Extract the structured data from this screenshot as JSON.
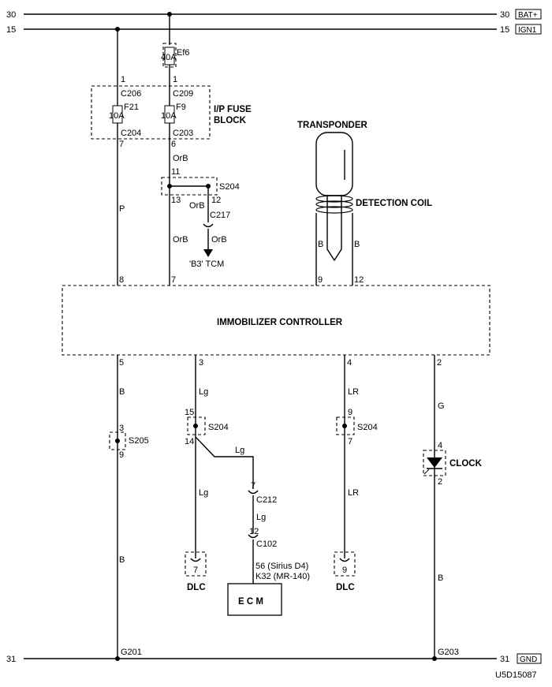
{
  "rails": {
    "bat_left": "30",
    "bat_right": "30",
    "bat_label": "BAT+",
    "ign_left": "15",
    "ign_right": "15",
    "ign_label": "IGN1",
    "gnd_left": "31",
    "gnd_right": "31",
    "gnd_label": "GND"
  },
  "fuses": {
    "ef6": "Ef6",
    "ef6_rating": "40A",
    "f21": "F21",
    "f21_rating": "10A",
    "f9": "F9",
    "f9_rating": "10A",
    "block_line1": "I/P FUSE",
    "block_line2": "BLOCK"
  },
  "connectors": {
    "c206": "C206",
    "c209": "C209",
    "c204": "C204",
    "c203": "C203",
    "c217": "C217",
    "c212": "C212",
    "c102": "C102",
    "s204": "S204",
    "s205": "S205",
    "g201": "G201",
    "g203": "G203"
  },
  "pins": {
    "p1a": "1",
    "p1b": "1",
    "p7a": "7",
    "p6": "6",
    "p11": "11",
    "p13": "13",
    "p12": "12",
    "ic8": "8",
    "ic7": "7",
    "ic9": "9",
    "ic12": "12",
    "ic5": "5",
    "ic3": "3",
    "ic4": "4",
    "ic2": "2",
    "s205a": "3",
    "s205b": "9",
    "s204a": "15",
    "s204b": "14",
    "s204c": "9",
    "s204d": "7",
    "clk4": "4",
    "clk2": "2",
    "c212pin": "7",
    "c102pin": "12",
    "dlc1pin": "7",
    "dlc2pin": "9"
  },
  "wires": {
    "w_p": "P",
    "w_orb1": "OrB",
    "w_orb2": "OrB",
    "w_orb3": "OrB",
    "w_orb4": "OrB",
    "w_b1": "B",
    "w_b2": "B",
    "w_b3": "B",
    "w_b4": "B",
    "w_b5": "B",
    "w_lg1": "Lg",
    "w_lg2": "Lg",
    "w_lg3": "Lg",
    "w_lg4": "Lg",
    "w_lr1": "LR",
    "w_lr2": "LR",
    "w_g": "G"
  },
  "components": {
    "transponder": "TRANSPONDER",
    "detection_coil": "DETECTION COIL",
    "immobilizer": "IMMOBILIZER CONTROLLER",
    "tcm": "'B3' TCM",
    "clock": "CLOCK",
    "dlc1": "DLC",
    "dlc2": "DLC",
    "ecm": "E C M",
    "ecm_pin1": "56 (Sirius D4)",
    "ecm_pin2": "K32 (MR-140)"
  },
  "diagram_id": "U5D15087"
}
